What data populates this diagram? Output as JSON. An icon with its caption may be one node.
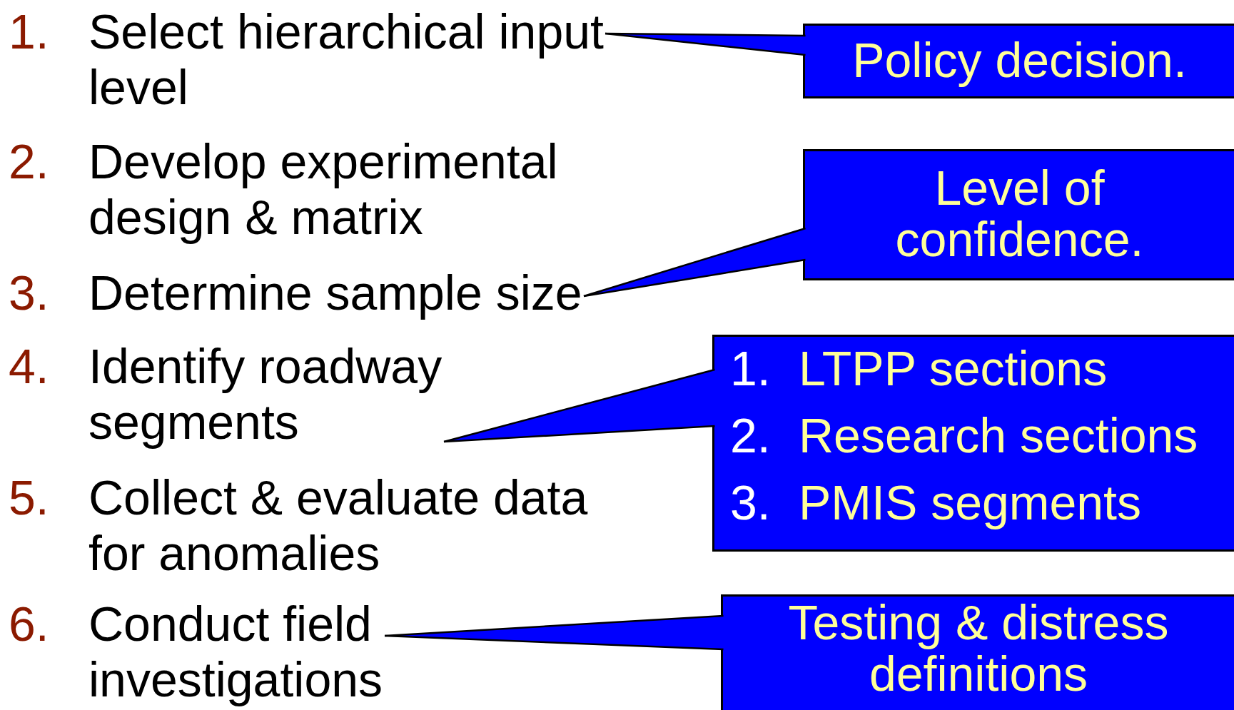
{
  "diagram": {
    "nodes": [
      {
        "text": [
          "1.",
          "Select hierarchical input level"
        ]
      },
      {
        "text": [
          "2.",
          "Develop experimental design & matrix"
        ]
      },
      {
        "text": [
          "3.",
          "Determine sample size"
        ]
      },
      {
        "text": [
          "4.",
          "Identify roadway segments"
        ]
      },
      {
        "text": [
          "5.",
          "Collect & evaluate data for anomalies"
        ]
      },
      {
        "text": [
          "6.",
          "Conduct field investigations"
        ]
      },
      {
        "text": [
          "Policy decision."
        ]
      },
      {
        "text": [
          "Level of confidence."
        ]
      },
      {
        "text": [
          "1.",
          "LTPP sections",
          "2.",
          "Research sections",
          "3.",
          "PMIS segments"
        ]
      },
      {
        "text": [
          "Testing & distress definitions"
        ]
      }
    ],
    "edges": [
      {
        "from": 6,
        "to": 0,
        "arrow": "none"
      },
      {
        "from": 7,
        "to": 2,
        "arrow": "none"
      },
      {
        "from": 8,
        "to": 3,
        "arrow": "none"
      },
      {
        "from": 9,
        "to": 5,
        "arrow": "none"
      }
    ]
  }
}
